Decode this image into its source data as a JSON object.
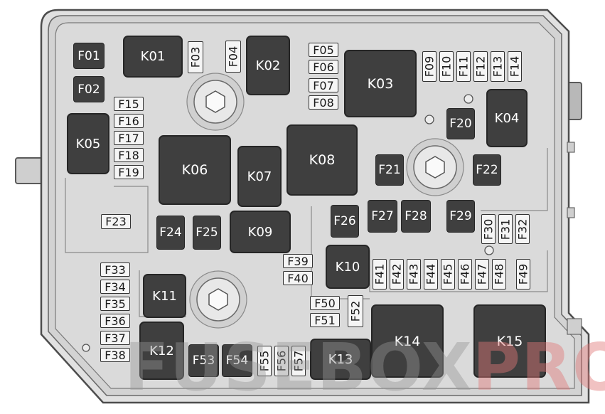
{
  "colors": {
    "housing_fill": "#d6d6d6",
    "housing_stroke": "#5a5a5a",
    "relay_fill": "#3f3f3f",
    "fuse_fill": "#f5f5f5",
    "watermark_gray": "#969696",
    "watermark_red": "#e07878"
  },
  "watermark": {
    "part1": "FUSEBOX",
    "part2": "PRO"
  },
  "relays": {
    "K01": "K01",
    "K02": "K02",
    "K03": "K03",
    "K04": "K04",
    "K05": "K05",
    "K06": "K06",
    "K07": "K07",
    "K08": "K08",
    "K09": "K09",
    "K10": "K10",
    "K11": "K11",
    "K12": "K12",
    "K13": "K13",
    "K14": "K14",
    "K15": "K15"
  },
  "fuses": {
    "F01": "F01",
    "F02": "F02",
    "F03": "F03",
    "F04": "F04",
    "F05": "F05",
    "F06": "F06",
    "F07": "F07",
    "F08": "F08",
    "F09": "F09",
    "F10": "F10",
    "F11": "F11",
    "F12": "F12",
    "F13": "F13",
    "F14": "F14",
    "F15": "F15",
    "F16": "F16",
    "F17": "F17",
    "F18": "F18",
    "F19": "F19",
    "F20": "F20",
    "F21": "F21",
    "F22": "F22",
    "F23": "F23",
    "F24": "F24",
    "F25": "F25",
    "F26": "F26",
    "F27": "F27",
    "F28": "F28",
    "F29": "F29",
    "F30": "F30",
    "F31": "F31",
    "F32": "F32",
    "F33": "F33",
    "F34": "F34",
    "F35": "F35",
    "F36": "F36",
    "F37": "F37",
    "F38": "F38",
    "F39": "F39",
    "F40": "F40",
    "F41": "F41",
    "F42": "F42",
    "F43": "F43",
    "F44": "F44",
    "F45": "F45",
    "F46": "F46",
    "F47": "F47",
    "F48": "F48",
    "F49": "F49",
    "F50": "F50",
    "F51": "F51",
    "F52": "F52",
    "F53": "F53",
    "F54": "F54",
    "F55": "F55",
    "F56": "F56",
    "F57": "F57"
  }
}
